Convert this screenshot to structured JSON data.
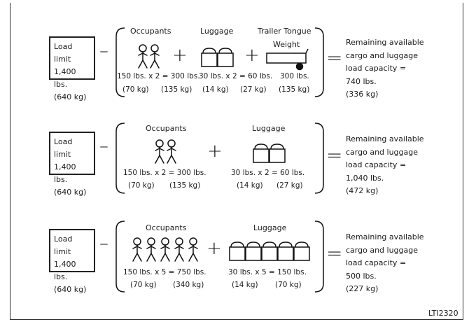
{
  "figure_code": "LTI2320",
  "rows": [
    {
      "limit": [
        "Load limit",
        "1,400 lbs.",
        "(640 kg)"
      ],
      "headers": [
        "Occupants",
        "Luggage",
        "Trailer Tongue",
        "Weight"
      ],
      "lines1": [
        "150 lbs. x 2 = 300 lbs.",
        "30 lbs. x 2 = 60 lbs.",
        "300 lbs."
      ],
      "lines2": [
        "(70 kg)",
        "(135 kg)",
        "(14 kg)",
        "(27 kg)",
        "(135 kg)"
      ],
      "result": [
        "Remaining available",
        "cargo and luggage",
        "load capacity =",
        "740 lbs.",
        "(336 kg)"
      ]
    },
    {
      "limit": [
        "Load limit",
        "1,400 lbs.",
        "(640 kg)"
      ],
      "headers": [
        "Occupants",
        "Luggage"
      ],
      "lines1": [
        "150 lbs. x 2 = 300 lbs.",
        "30 lbs. x 2 = 60 lbs."
      ],
      "lines2": [
        "(70 kg)",
        "(135 kg)",
        "(14 kg)",
        "(27 kg)"
      ],
      "result": [
        "Remaining available",
        "cargo and luggage",
        "load capacity =",
        "1,040 lbs.",
        "(472 kg)"
      ]
    },
    {
      "limit": [
        "Load limit",
        "1,400 lbs.",
        "(640 kg)"
      ],
      "headers": [
        "Occupants",
        "Luggage"
      ],
      "lines1": [
        "150 lbs. x 5 = 750 lbs.",
        "30 lbs. x 5 = 150 lbs."
      ],
      "lines2": [
        "(70 kg)",
        "(340 kg)",
        "(14 kg)",
        "(70 kg)"
      ],
      "result": [
        "Remaining available",
        "cargo and luggage",
        "load capacity =",
        "500 lbs.",
        "(227 kg)"
      ]
    }
  ]
}
